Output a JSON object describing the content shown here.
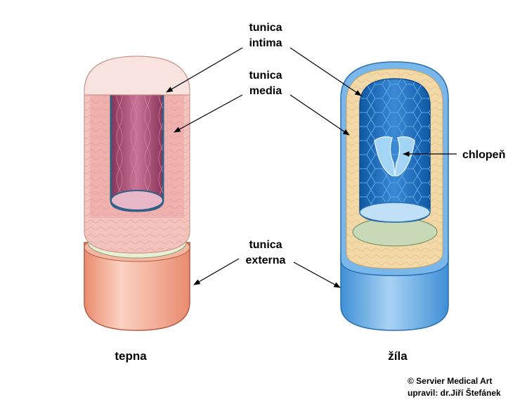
{
  "labels": {
    "tunica_intima": [
      "tunica",
      "intima"
    ],
    "tunica_media": [
      "tunica",
      "media"
    ],
    "tunica_externa": [
      "tunica",
      "externa"
    ],
    "chlopen": "chlopeň"
  },
  "captions": {
    "artery": "tepna",
    "vein": "žíla"
  },
  "credit": {
    "line1": "© Servier Medical Art",
    "line2": "upravil: dr.Jiří Štefánek"
  },
  "colors": {
    "artery_outer": "#f2a58a",
    "artery_media": "#f0bcb4",
    "artery_lumen": "#a84a6e",
    "vein_outer": "#6aaee3",
    "vein_media": "#f3d6a4",
    "vein_lumen": "#1f6ab8",
    "leader": "#000000"
  }
}
